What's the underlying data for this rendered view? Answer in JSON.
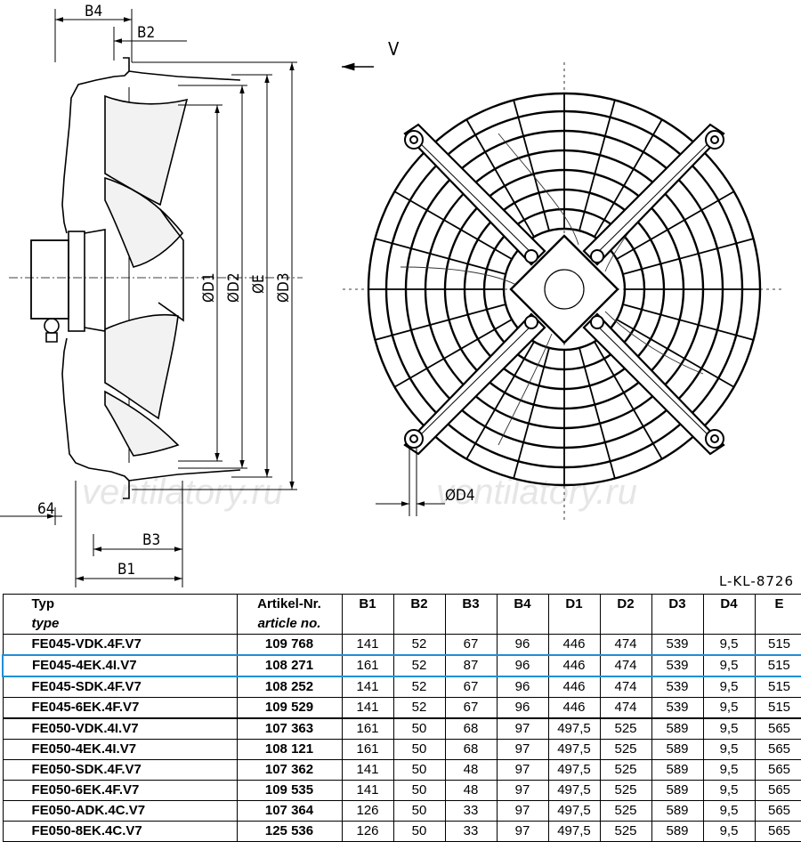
{
  "drawing": {
    "side_view_labels": {
      "b4": "B4",
      "b2": "B2",
      "b3": "B3",
      "b1": "B1",
      "offset": "64",
      "d1": "ØD1",
      "d2": "ØD2",
      "e": "ØE",
      "d3": "ØD3"
    },
    "front_view_labels": {
      "view": "V",
      "d4": "ØD4"
    },
    "watermark": "ventilatory.ru",
    "drawing_code": "L-KL-8726"
  },
  "table": {
    "headers": {
      "typ": "Typ",
      "typ_sub": "type",
      "art": "Artikel-Nr.",
      "art_sub": "article no.",
      "cols": [
        "B1",
        "B2",
        "B3",
        "B4",
        "D1",
        "D2",
        "D3",
        "D4",
        "E"
      ]
    },
    "rows": [
      {
        "typ": "FE045-VDK.4F.V7",
        "art": "109 768",
        "vals": [
          "141",
          "52",
          "67",
          "96",
          "446",
          "474",
          "539",
          "9,5",
          "515"
        ]
      },
      {
        "typ": "FE045-4EK.4I.V7",
        "art": "108 271",
        "vals": [
          "161",
          "52",
          "87",
          "96",
          "446",
          "474",
          "539",
          "9,5",
          "515"
        ]
      },
      {
        "typ": "FE045-SDK.4F.V7",
        "art": "108 252",
        "vals": [
          "141",
          "52",
          "67",
          "96",
          "446",
          "474",
          "539",
          "9,5",
          "515"
        ]
      },
      {
        "typ": "FE045-6EK.4F.V7",
        "art": "109 529",
        "vals": [
          "141",
          "52",
          "67",
          "96",
          "446",
          "474",
          "539",
          "9,5",
          "515"
        ]
      },
      {
        "typ": "FE050-VDK.4I.V7",
        "art": "107 363",
        "vals": [
          "161",
          "50",
          "68",
          "97",
          "497,5",
          "525",
          "589",
          "9,5",
          "565"
        ]
      },
      {
        "typ": "FE050-4EK.4I.V7",
        "art": "108 121",
        "vals": [
          "161",
          "50",
          "68",
          "97",
          "497,5",
          "525",
          "589",
          "9,5",
          "565"
        ]
      },
      {
        "typ": "FE050-SDK.4F.V7",
        "art": "107 362",
        "vals": [
          "141",
          "50",
          "48",
          "97",
          "497,5",
          "525",
          "589",
          "9,5",
          "565"
        ]
      },
      {
        "typ": "FE050-6EK.4F.V7",
        "art": "109 535",
        "vals": [
          "141",
          "50",
          "48",
          "97",
          "497,5",
          "525",
          "589",
          "9,5",
          "565"
        ]
      },
      {
        "typ": "FE050-ADK.4C.V7",
        "art": "107 364",
        "vals": [
          "126",
          "50",
          "33",
          "97",
          "497,5",
          "525",
          "589",
          "9,5",
          "565"
        ]
      },
      {
        "typ": "FE050-8EK.4C.V7",
        "art": "125 536",
        "vals": [
          "126",
          "50",
          "33",
          "97",
          "497,5",
          "525",
          "589",
          "9,5",
          "565"
        ]
      }
    ],
    "highlight_color": "#1f8fd6"
  }
}
